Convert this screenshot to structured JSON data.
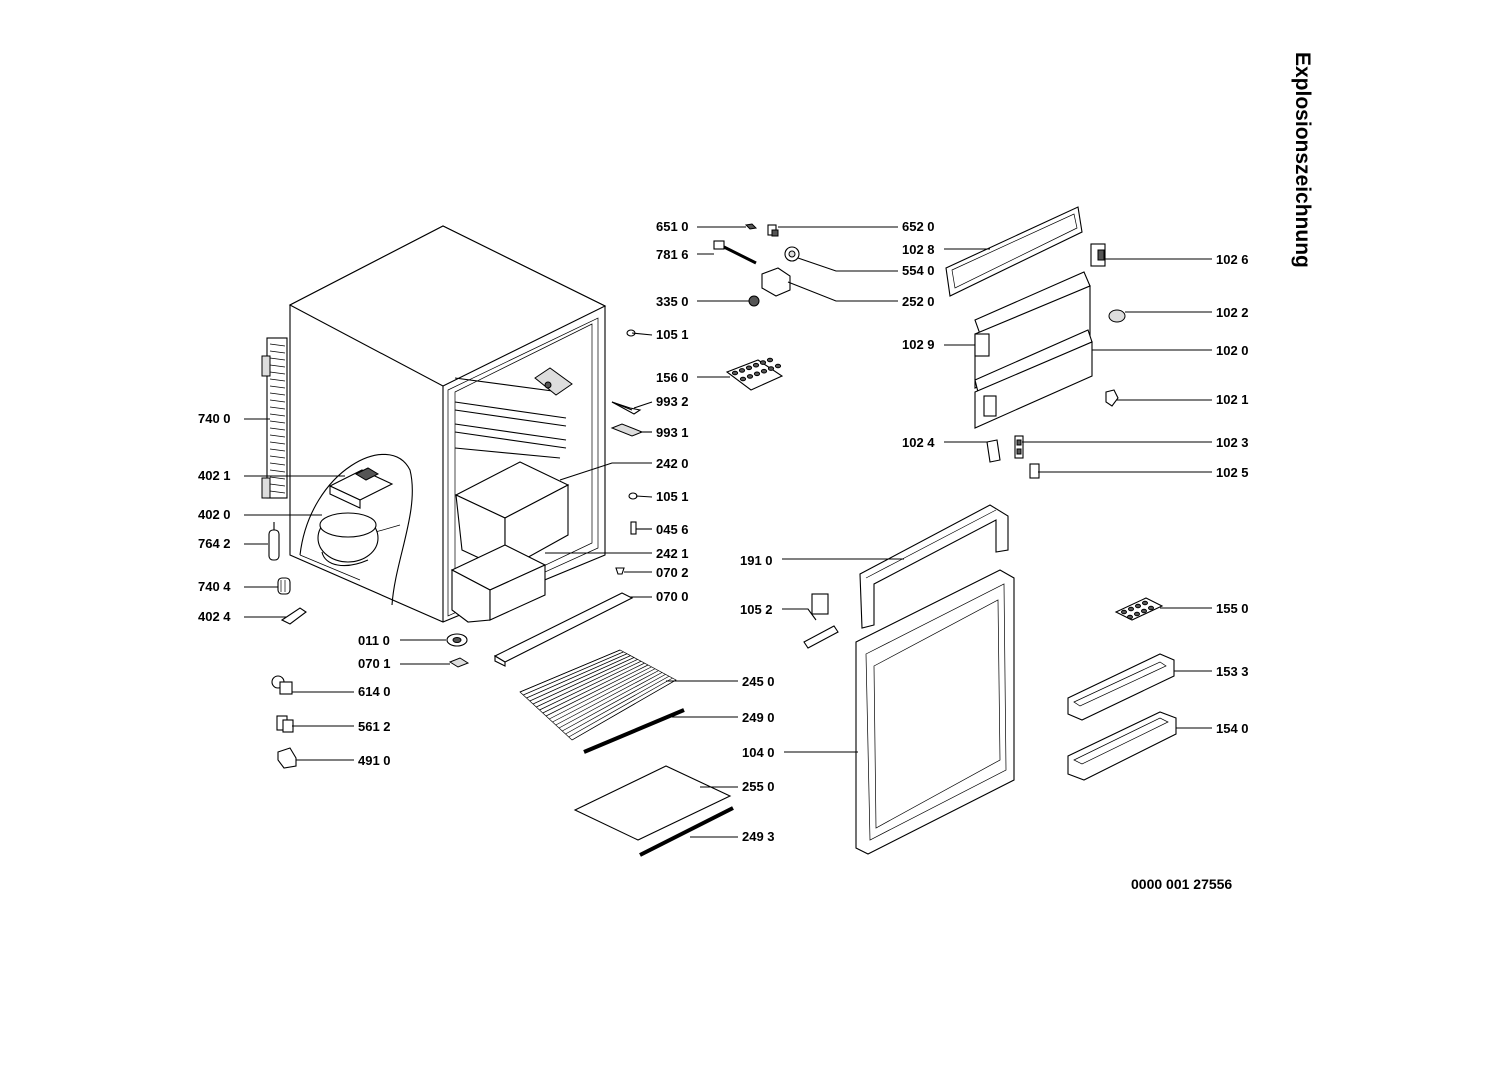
{
  "header": {
    "title": "Explosionszeichnung"
  },
  "footer": {
    "doc_number": "0000 001 27556"
  },
  "callouts": [
    {
      "id": "c6510",
      "text": "651 0"
    },
    {
      "id": "c6520",
      "text": "652 0"
    },
    {
      "id": "c7816",
      "text": "781 6"
    },
    {
      "id": "c5540",
      "text": "554 0"
    },
    {
      "id": "c2520",
      "text": "252 0"
    },
    {
      "id": "c3350",
      "text": "335 0"
    },
    {
      "id": "c1051a",
      "text": "105 1"
    },
    {
      "id": "c1560",
      "text": "156 0"
    },
    {
      "id": "c9932",
      "text": "993 2"
    },
    {
      "id": "c9931",
      "text": "993 1"
    },
    {
      "id": "c2420",
      "text": "242 0"
    },
    {
      "id": "c1051b",
      "text": "105 1"
    },
    {
      "id": "c0456",
      "text": "045 6"
    },
    {
      "id": "c2421",
      "text": "242 1"
    },
    {
      "id": "c0702",
      "text": "070 2"
    },
    {
      "id": "c0700",
      "text": "070 0"
    },
    {
      "id": "c7400",
      "text": "740 0"
    },
    {
      "id": "c4021",
      "text": "402 1"
    },
    {
      "id": "c4020",
      "text": "402 0"
    },
    {
      "id": "c7642",
      "text": "764 2"
    },
    {
      "id": "c7404",
      "text": "740 4"
    },
    {
      "id": "c4024",
      "text": "402 4"
    },
    {
      "id": "c0110",
      "text": "011 0"
    },
    {
      "id": "c0701",
      "text": "070 1"
    },
    {
      "id": "c6140",
      "text": "614 0"
    },
    {
      "id": "c5612",
      "text": "561 2"
    },
    {
      "id": "c4910",
      "text": "491 0"
    },
    {
      "id": "c2450",
      "text": "245 0"
    },
    {
      "id": "c2490",
      "text": "249 0"
    },
    {
      "id": "c2550",
      "text": "255 0"
    },
    {
      "id": "c2493",
      "text": "249 3"
    },
    {
      "id": "c1028",
      "text": "102 8"
    },
    {
      "id": "c1026",
      "text": "102 6"
    },
    {
      "id": "c1022",
      "text": "102 2"
    },
    {
      "id": "c1029",
      "text": "102 9"
    },
    {
      "id": "c1020",
      "text": "102 0"
    },
    {
      "id": "c1021",
      "text": "102 1"
    },
    {
      "id": "c1024",
      "text": "102 4"
    },
    {
      "id": "c1023",
      "text": "102 3"
    },
    {
      "id": "c1025",
      "text": "102 5"
    },
    {
      "id": "c1910",
      "text": "191 0"
    },
    {
      "id": "c1052",
      "text": "105 2"
    },
    {
      "id": "c1040",
      "text": "104 0"
    },
    {
      "id": "c1550",
      "text": "155 0"
    },
    {
      "id": "c1533",
      "text": "153 3"
    },
    {
      "id": "c1540",
      "text": "154 0"
    }
  ]
}
